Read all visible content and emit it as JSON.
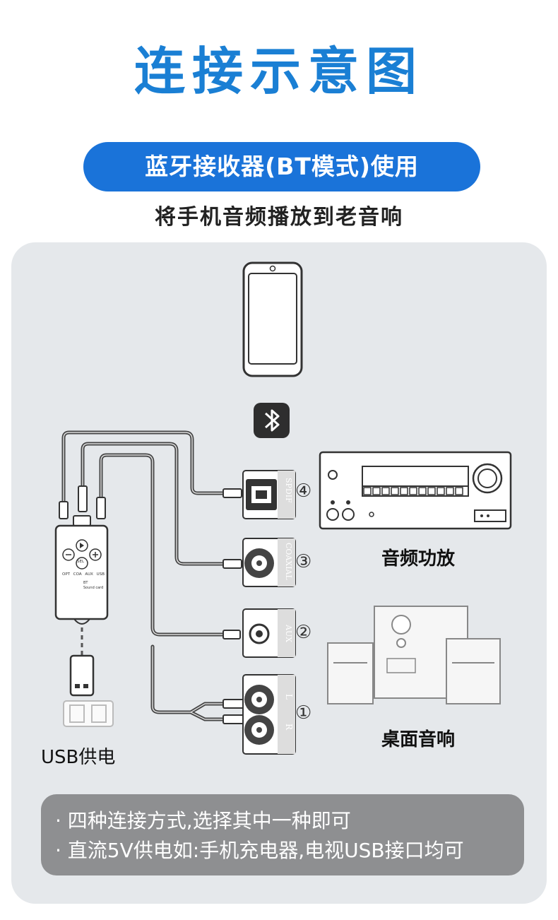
{
  "title": "连接示意图",
  "mode_pill": "蓝牙接收器(BT模式)使用",
  "subtitle": "将手机音频播放到老音响",
  "ports": {
    "spdif": "SPDIF",
    "coaxial": "COAXIAL",
    "aux": "AUX",
    "left": "L",
    "right": "R"
  },
  "port_numbers": [
    "④",
    "③",
    "②",
    "①"
  ],
  "receiver": {
    "labels": [
      "OPT",
      "COA",
      "AUX",
      "USB"
    ],
    "button_labels": [
      "SEL"
    ],
    "mode_labels": [
      "BT",
      "Sound card"
    ]
  },
  "labels": {
    "amplifier": "音频功放",
    "desktop_speakers": "桌面音响",
    "usb_power": "USB供电"
  },
  "notes": [
    "· 四种连接方式,选择其中一种即可",
    "· 直流5V供电如:手机充电器,电视USB接口均可"
  ],
  "colors": {
    "title": "#1a7fd4",
    "pill": "#1a73d9",
    "panel": "#e5e8eb",
    "notes_box": "#8e8f91"
  }
}
